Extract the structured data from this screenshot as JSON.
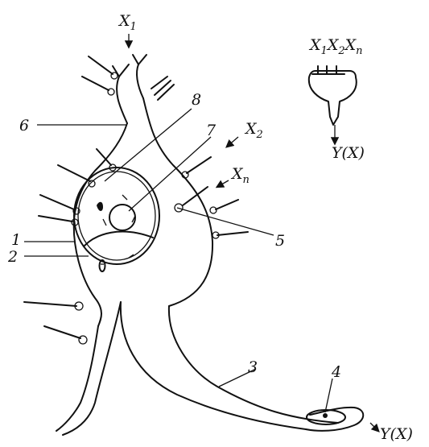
{
  "labels": {
    "n1": "1",
    "n2": "2",
    "n3": "3",
    "n4": "4",
    "n5": "5",
    "n6": "6",
    "n7": "7",
    "n8": "8"
  },
  "inputs": {
    "x1_base": "X",
    "x1_sub": "1",
    "x2_base": "X",
    "x2_sub": "2",
    "xn_base": "X",
    "xn_sub": "n"
  },
  "output": {
    "axon_output": "Y(X)"
  },
  "model": {
    "inputs_base1": "X",
    "inputs_sub1": "1",
    "inputs_base2": "X",
    "inputs_sub2": "2",
    "inputs_base3": "X",
    "inputs_subn": "n",
    "output": "Y(X)"
  }
}
